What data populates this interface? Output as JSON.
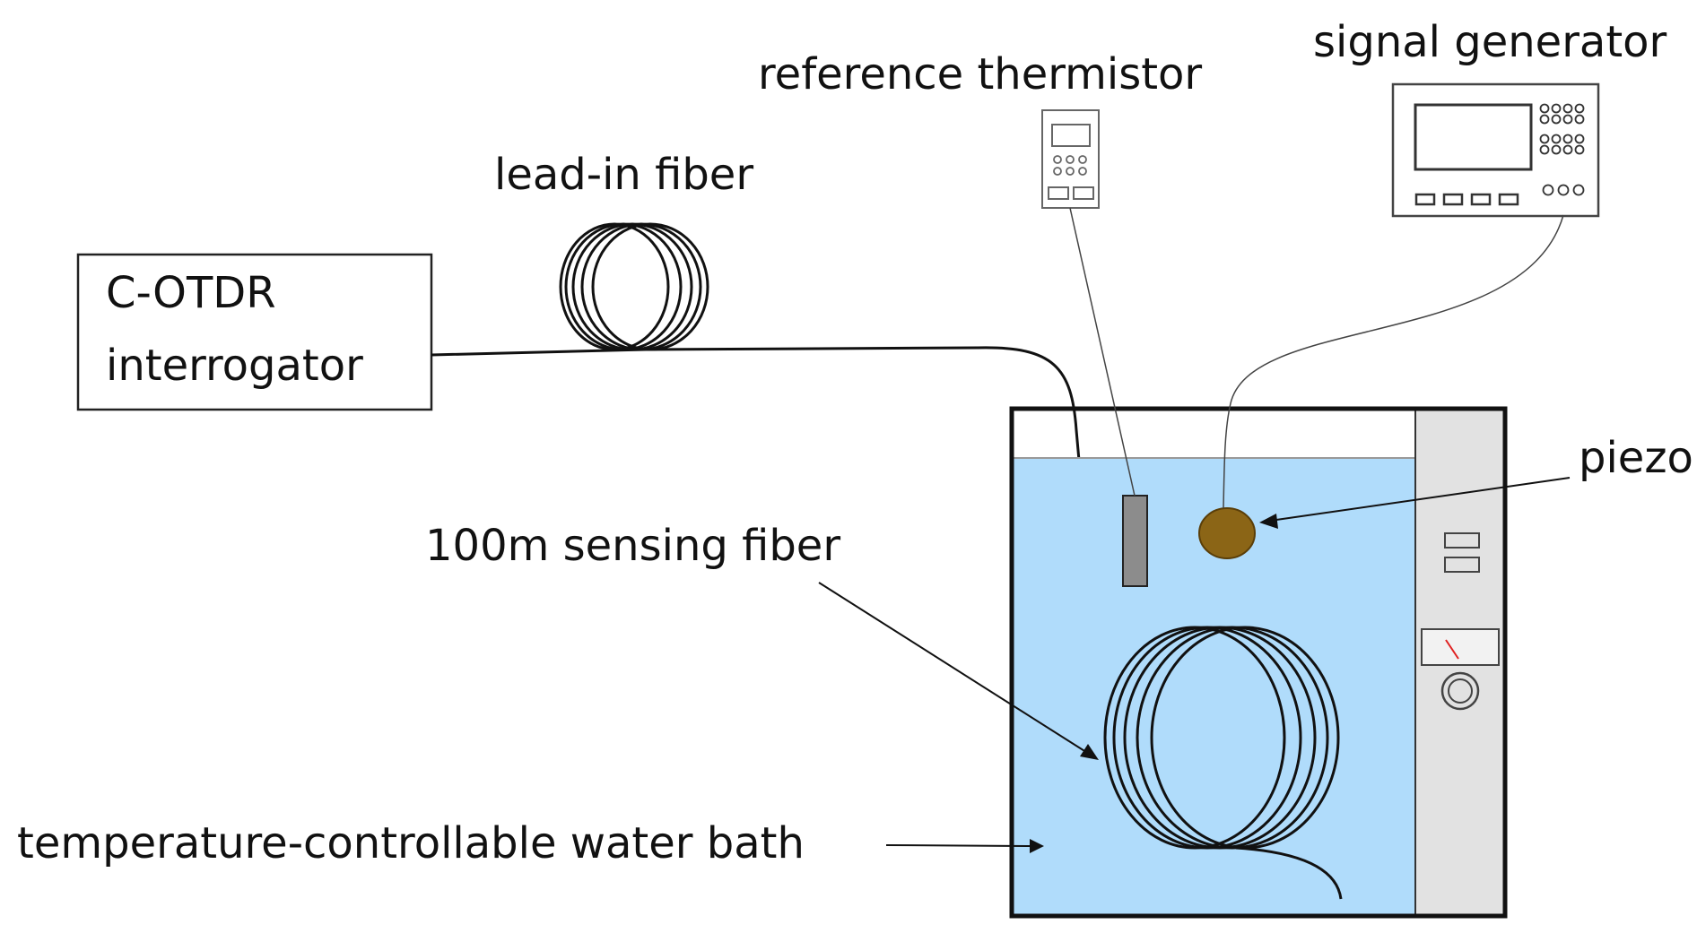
{
  "labels": {
    "interrogator_line1": "C-OTDR",
    "interrogator_line2": "interrogator",
    "lead_in_fiber": "lead-in fiber",
    "reference_thermistor": "reference thermistor",
    "signal_generator": "signal generator",
    "piezo": "piezo",
    "sensing_fiber": "100m sensing fiber",
    "water_bath": "temperature-controllable water bath"
  },
  "colors": {
    "water": "#b0dcfb",
    "bath_panel": "#e2e2e2",
    "piezo": "#8b6516",
    "thermistor_probe": "#8c8c8c",
    "gauge_needle": "#e02020"
  }
}
